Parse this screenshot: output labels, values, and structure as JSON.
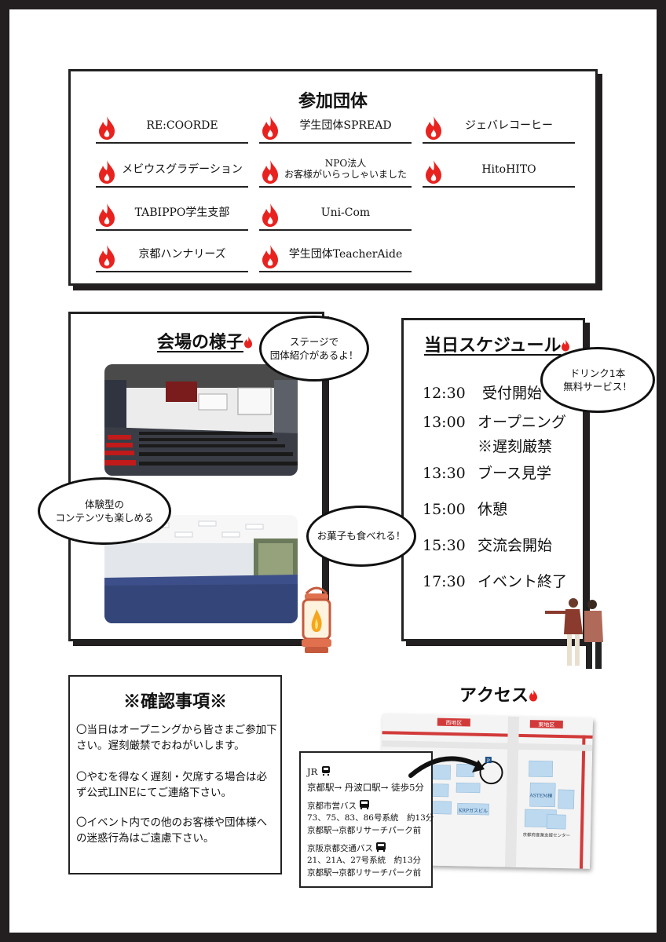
{
  "groups": {
    "title": "参加団体",
    "items": [
      "RE:COORDE",
      "学生団体SPREAD",
      "ジェバレコーヒー",
      "メビウスグラデーション",
      "NPO法人\nお客様がいらっしゃいました",
      "HitoHITO",
      "TABIPPO学生支部",
      "Uni-Com",
      "京都ハンナリーズ",
      "学生団体TeacherAide"
    ]
  },
  "venue": {
    "title": "会場の様子",
    "bubble_stage": "ステージで\n団体紹介があるよ！",
    "bubble_content": "体験型の\nコンテンツも楽しめる",
    "bubble_snacks": "お菓子も食べれる！"
  },
  "schedule": {
    "title": "当日スケジュール",
    "bubble_drink": "ドリンク1本\n無料サービス！",
    "rows": [
      {
        "time": "12:30",
        "label": "受付開始"
      },
      {
        "time": "13:00",
        "label": "オープニング"
      },
      {
        "time": "",
        "label": "※遅刻厳禁"
      },
      {
        "time": "13:30",
        "label": "ブース見学"
      },
      {
        "time": "15:00",
        "label": "休憩"
      },
      {
        "time": "15:30",
        "label": "交流会開始"
      },
      {
        "time": "17:30",
        "label": "イベント終了"
      }
    ]
  },
  "notes": {
    "title": "※確認事項※",
    "items": [
      "〇当日はオープニングから皆さまご参加下さい。遅刻厳禁でおねがいします。",
      "〇やむを得なく遅刻・欠席する場合は必ず公式LINEにてご連絡下さい。",
      "〇イベント内での他のお客様や団体様への迷惑行為はご遠慮下さい。"
    ]
  },
  "access": {
    "title": "アクセス",
    "jr_label": "JR",
    "jr_route": "京都駅→ 丹波口駅→ 徒歩5分",
    "city_bus_label": "京都市営バス",
    "city_bus_lines": "73、75、83、86号系統　約13分",
    "city_bus_route": "京都駅→京都リサーチパーク前",
    "kyoto_bus_label": "京阪京都交通バス",
    "kyoto_bus_lines": "21、21A、27号系統　約13分",
    "kyoto_bus_route": "京都駅→京都リサーチパーク前",
    "map": {
      "west": "西地区",
      "east": "東地区",
      "building": "ASTEM棟",
      "kpp": "KRPガスビル",
      "center": "京都府産業支援センター"
    }
  },
  "colors": {
    "frame": "#231f20",
    "flame_red": "#e8231f",
    "map_blue": "#bcd9ef",
    "map_red": "#d23a3a"
  }
}
